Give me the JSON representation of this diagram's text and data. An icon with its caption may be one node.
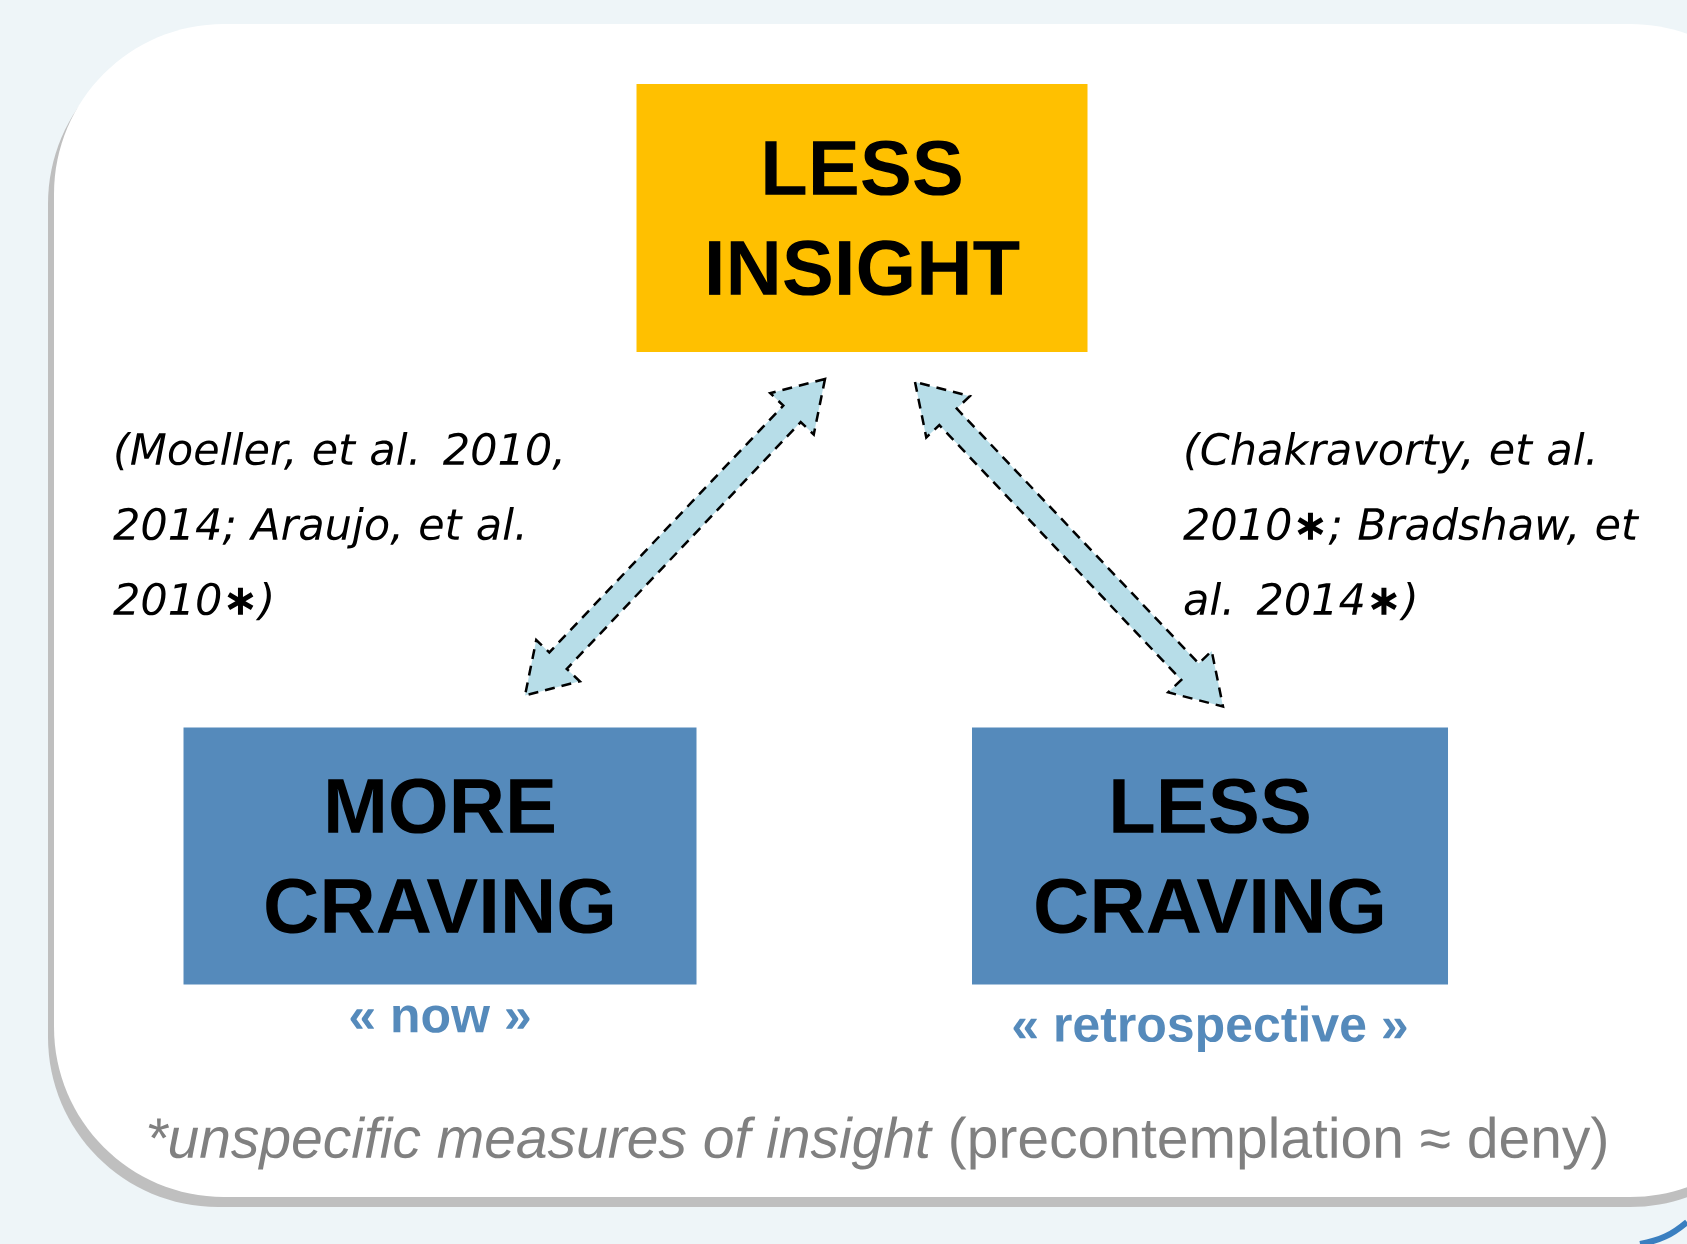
{
  "diagram": {
    "nodes": [
      {
        "text": [
          "LESS INSIGHT"
        ]
      },
      {
        "text": [
          "MORE CRAVING"
        ],
        "beside": [
          "« now »"
        ]
      },
      {
        "text": [
          "LESS CRAVING"
        ],
        "beside": [
          "« retrospective »"
        ]
      }
    ],
    "edges": [
      {
        "from": 0,
        "to": 1,
        "arrow": "both",
        "style": "dashed",
        "label": "(Moeller, et al. 2010, 2014; Araujo, et al. 2010**∗**)"
      },
      {
        "from": 0,
        "to": 2,
        "arrow": "both",
        "style": "dashed",
        "label": "(Chakravorty, et al. 2010**∗**; Bradshaw, et al. 2014**∗**)"
      }
    ],
    "labels": [
      "*unspecific measures of insight",
      "(precontemplation ≈ deny)"
    ]
  }
}
